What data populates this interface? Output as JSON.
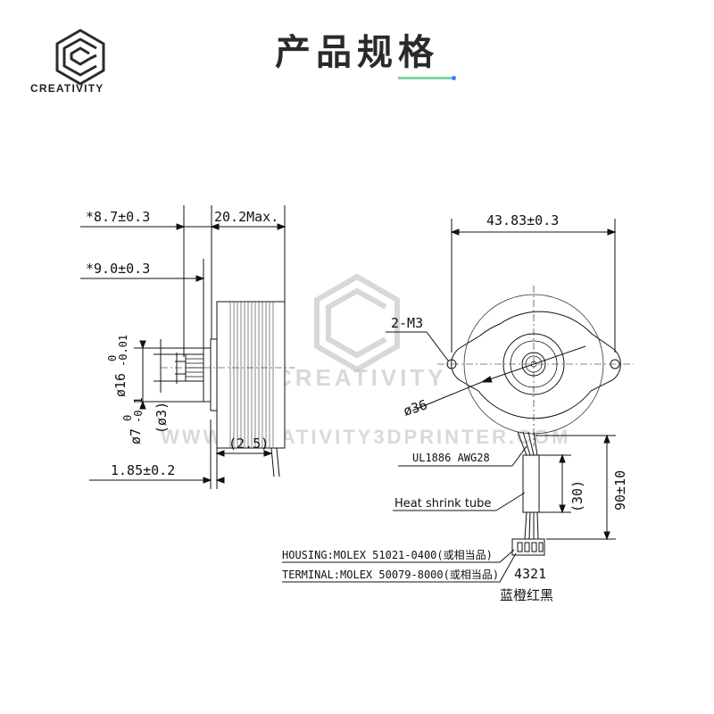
{
  "brand": {
    "name": "CREATIVITY"
  },
  "header": {
    "title": "产品规格"
  },
  "watermark": {
    "logo_text": "CREATIVITY",
    "url_text": "WWW.CREATIVITY3DPRINTER.COM"
  },
  "dimensions": {
    "side": {
      "shaft_length": "*8.7±0.3",
      "body_depth": "20.2Max.",
      "gear_length": "*9.0±0.3",
      "boss_dia": "ø16",
      "boss_tol_upper": "0",
      "boss_tol_lower": "-0.01",
      "shaft_dia": "ø7",
      "shaft_tol_upper": "0",
      "shaft_tol_lower": "-0.1",
      "shaft_ref": "(ø3)",
      "lead_offset": "(2.5)",
      "flange_thickness": "1.85±0.2"
    },
    "front": {
      "mount_spacing": "43.83±0.3",
      "mount_holes": "2-M3",
      "body_dia": "ø36",
      "wire_spec": "UL1886  AWG28",
      "sleeve": "Heat shrink tube",
      "sleeve_length": "(30)",
      "lead_length": "90±10",
      "housing": "HOUSING:MOLEX  51021-0400(或相当品)",
      "terminal": "TERMINAL:MOLEX  50079-8000(或相当品)",
      "pin_order": "4321",
      "wire_colors": "蓝橙红黑"
    }
  }
}
